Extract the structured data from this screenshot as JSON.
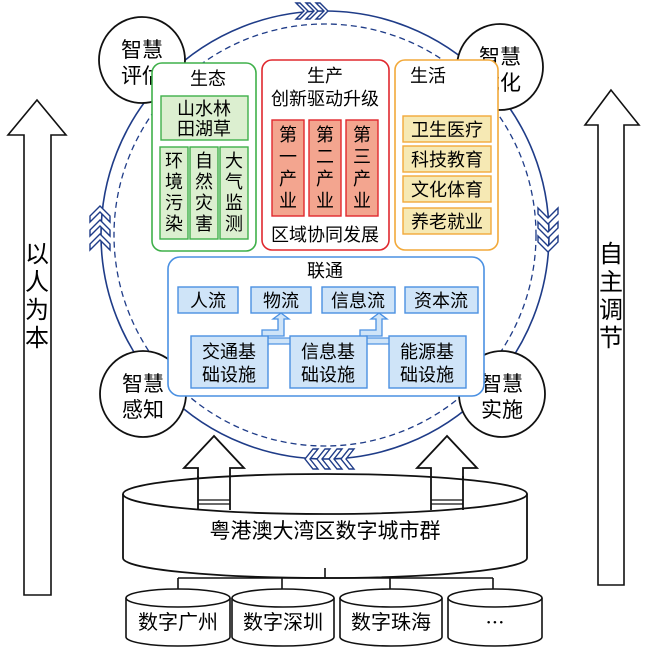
{
  "colors": {
    "green": "#3fb04a",
    "green_fill": "#dcefd0",
    "red": "#e0282e",
    "red_fill": "#f3a58f",
    "orange": "#f2a93a",
    "orange_fill": "#f6e9b4",
    "blue": "#4a90e2",
    "blue_fill": "#cfe4f8",
    "dark_blue": "#1f3c88",
    "black": "#111111"
  },
  "side_arrows": {
    "left_label": "以人为本",
    "right_label": "自主调节"
  },
  "corner_circles": {
    "top_left": [
      "智慧",
      "评估"
    ],
    "top_right": [
      "智慧",
      "优化"
    ],
    "bottom_left": [
      "智慧",
      "感知"
    ],
    "bottom_right": [
      "智慧",
      "实施"
    ]
  },
  "ecology": {
    "title": "生态",
    "top_box": [
      "山水林",
      "田湖草"
    ],
    "columns": [
      [
        "环",
        "境",
        "污",
        "染"
      ],
      [
        "自",
        "然",
        "灾",
        "害"
      ],
      [
        "大",
        "气",
        "监",
        "测"
      ]
    ]
  },
  "production": {
    "title": "生产",
    "subtitle": "创新驱动升级",
    "industries": [
      [
        "第",
        "一",
        "产",
        "业"
      ],
      [
        "第",
        "二",
        "产",
        "业"
      ],
      [
        "第",
        "三",
        "产",
        "业"
      ]
    ],
    "footer": "区域协同发展"
  },
  "life": {
    "title": "生活",
    "items": [
      "卫生医疗",
      "科技教育",
      "文化体育",
      "养老就业"
    ]
  },
  "connectivity": {
    "title": "联通",
    "flows": [
      "人流",
      "物流",
      "信息流",
      "资本流"
    ],
    "infrastructure": [
      [
        "交通基",
        "础设施"
      ],
      [
        "信息基",
        "础设施"
      ],
      [
        "能源基",
        "础设施"
      ]
    ]
  },
  "cluster": {
    "label": "粤港澳大湾区数字城市群"
  },
  "cities": [
    "数字广州",
    "数字深圳",
    "数字珠海",
    "···"
  ]
}
